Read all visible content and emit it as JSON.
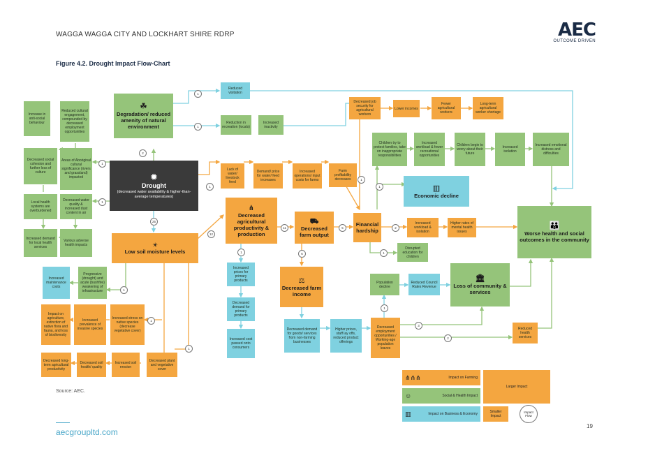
{
  "header": {
    "title": "WAGGA WAGGA CITY AND LOCKHART SHIRE RDRP",
    "logo_text": "AEC",
    "logo_tagline": "OUTCOME DRIVEN"
  },
  "figure_title": "Figure 4.2. Drought Impact Flow-Chart",
  "source": "Source: AEC.",
  "footer": {
    "link": "aecgroupltd.com",
    "page": "19"
  },
  "nodes": {
    "reduced_visitation": "Reduced visitation",
    "degradation": "Degradation/ reduced amenity of natural environment",
    "reduction_recreation": "Reduction in recreation (locals)",
    "increased_inactivity": "Increased inactivity",
    "decreased_job_security": "Decreased job security for agricultural workers",
    "lower_incomes": "Lower incomes",
    "fewer_workers": "Fewer agricultural workers",
    "long_term_shortage": "Long-term agricultural worker shortage",
    "anti_social": "Increase in anti-social behaviour",
    "reduced_cultural": "Reduced cultural engagement, compounded by decreased employment opportunities",
    "decreased_social_cohesion": "Decreased social cohesion and further loss of culture",
    "aboriginal_areas": "Areas of Aboriginal cultural significance (rivers and grassland) impacted",
    "local_health_systems": "Local health systems are overburdened",
    "decreased_water_quality": "Decreased water quality & increased dust content in air",
    "increased_demand_health": "Increased demand for local health services",
    "various_health": "Various adverse health impacts",
    "drought_title": "Drought",
    "drought_sub": "(decreased water availability & higher-than-average temperatures)",
    "lack_of_water": "Lack of water/ livestock feed",
    "demand_price_water": "Demand/ price for water/ feed increases",
    "increased_operations": "Increased operations/ input costs for farms",
    "farm_profitability": "Farm profitability decreases",
    "children_protect": "Children try to protect families, take on inappropriate responsibilities",
    "increased_workload_fewer": "Increased workload & fewer recreational opportunities",
    "children_worry": "Children begin to worry about their future",
    "increased_isolation": "Increased isolation",
    "increased_emotional": "Increased emotional distress and difficulties",
    "economic_decline": "Economic decline",
    "low_soil": "Low soil moisture levels",
    "decreased_ag_productivity": "Decreased agricultural productivity & production",
    "decreased_farm_output": "Decreased farm output",
    "financial_hardship": "Financial hardship",
    "increased_workload_isolation": "Increased workload & isolation",
    "higher_mental": "Higher rates of mental health issues",
    "worse_health": "Worse health and social outcomes in the community",
    "disrupted_education": "Disrupted education for children",
    "increased_prices": "Increased prices for primary products",
    "decreased_demand_primary": "Decreased demand for primary products",
    "increased_cost_consumers": "Increased cost passed onto consumers",
    "decreased_farm_income": "Decreased farm income",
    "increased_maintenance": "Increased maintenance costs",
    "progressive_drought": "Progressive (drought) and acute (bushfire) weakening of infrastructure",
    "impact_agriculture": "Impact on agriculture, extinction of native flora and fauna, and loss of biodiversity",
    "prevalence_invasive": "Increased prevalence of invasive species",
    "stress_native": "Increased stress on native species (decrease vegetative cover)",
    "population_decline": "Population decline",
    "reduced_council": "Reduced Council Rates Revenue",
    "loss_community": "Loss of community & services",
    "decreased_demand_goods": "Decreased demand for goods/ services from non-farming businesses",
    "higher_prices_staff": "Higher prices, staff lay offs, reduced product offerings",
    "decreased_employment": "Decreased employment opportunities / Working-age population leaves",
    "reduced_health_services": "Reduced health services",
    "decreased_long_term": "Decreased long-term agricultural productivity",
    "decreased_soil_health": "Decreased soil health/ quality",
    "increased_soil_erosion": "Increased soil erosion",
    "decreased_plant_cover": "Decreased plant and vegetative cover"
  },
  "flow_numbers": [
    "1",
    "1",
    "2",
    "1",
    "1",
    "1",
    "1",
    "25",
    "12",
    "11",
    "5",
    "6",
    "1",
    "2",
    "1",
    "3",
    "2",
    "1",
    "1",
    "1",
    "1",
    "1"
  ],
  "legend": {
    "farming": "Impact on Farming",
    "social": "Social & Health Impact",
    "business": "Impact on Business & Economy",
    "larger": "Larger Impact",
    "smaller": "Smaller Impact",
    "impact_flow": "Impact Flow"
  },
  "colors": {
    "orange": "#f4a640",
    "green": "#95c47a",
    "blue": "#7fd1e0",
    "dark": "#3a3a3a",
    "line_blue": "#7fd1e0",
    "line_orange": "#f4a640",
    "line_green": "#95c47a"
  }
}
